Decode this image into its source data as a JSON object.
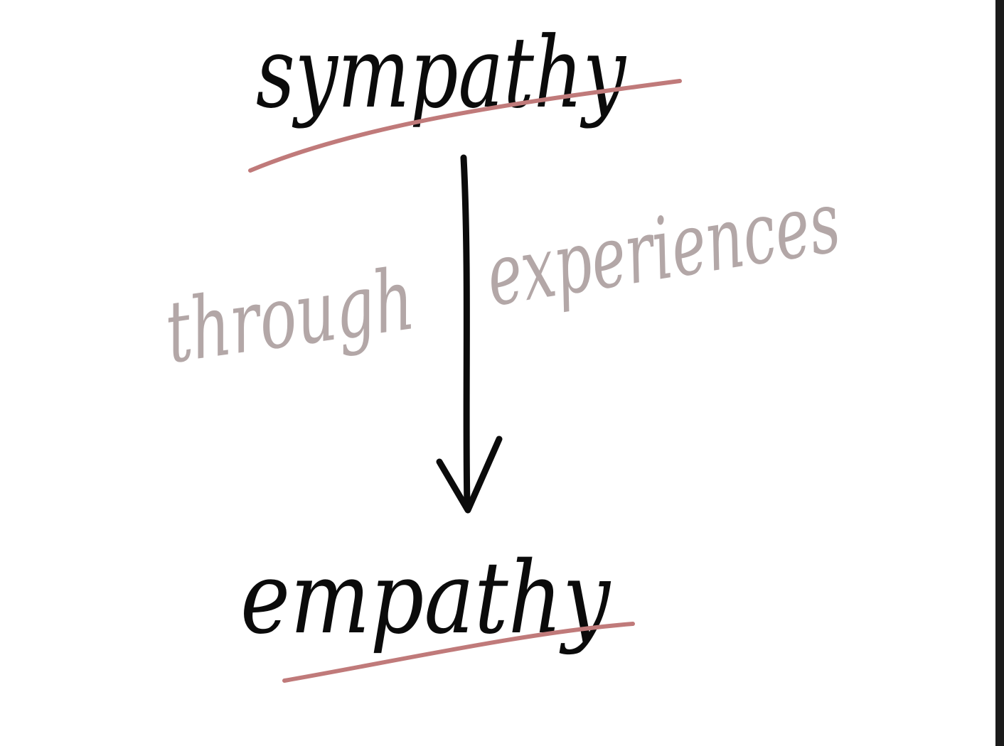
{
  "diagram": {
    "top_word": "sympathy",
    "connector_left": "through",
    "connector_right": "experiences",
    "bottom_word": "empathy"
  },
  "colors": {
    "background": "#ffffff",
    "ink": "#0b0b0b",
    "underline": "#c07a7a",
    "annotation": "#b3a7a7",
    "edge_strip": "#1b1b1b"
  },
  "icons": {
    "arrow": "down-arrow-icon"
  }
}
